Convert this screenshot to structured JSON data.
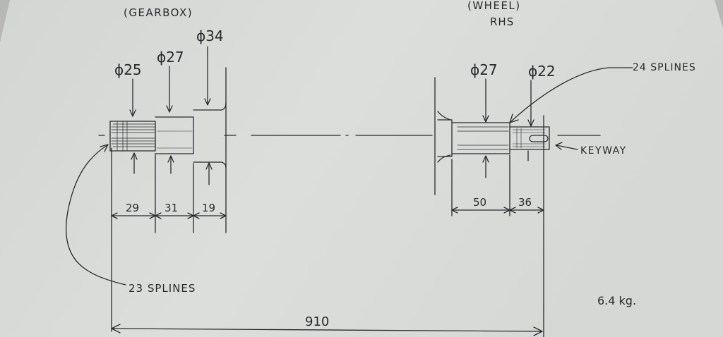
{
  "sheet": {
    "ink_color": "#2a2a2e",
    "paper_color": "#d9dbd9",
    "background_color": "#b8b9b6"
  },
  "gearbox_end": {
    "label": "(GEARBOX)",
    "diameters": [
      "ϕ25",
      "ϕ27",
      "ϕ34"
    ],
    "lengths": [
      "29",
      "31",
      "19"
    ],
    "splines_note": "23 SPLINES"
  },
  "wheel_end": {
    "label_top": "(WHEEL)",
    "label_side": "RHS",
    "diameters": [
      "ϕ27",
      "ϕ22"
    ],
    "lengths": [
      "50",
      "36"
    ],
    "splines_note": "24 SPLINES",
    "keyway_note": "KEYWAY"
  },
  "overall_length": "910",
  "weight": "6.4 kg."
}
